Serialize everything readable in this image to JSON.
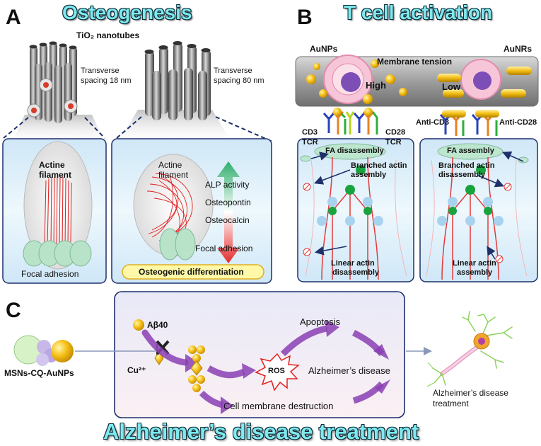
{
  "panelA": {
    "letter": "A",
    "title": "Osteogenesis",
    "nanotubes": "TiO₂ nanotubes",
    "left_spacing": [
      "Transverse",
      "spacing 18 nm"
    ],
    "right_spacing": [
      "Transverse",
      "spacing 80 nm"
    ],
    "left_box": {
      "actine": [
        "Actine",
        "filament"
      ],
      "focal": "Focal adhesion"
    },
    "right_box": {
      "actine": [
        "Actine",
        "filament"
      ],
      "markers": [
        "ALP activity",
        "Osteopontin",
        "Osteocalcin"
      ],
      "focal": "Focal adhesion",
      "differentiation": "Osteogenic differentiation"
    }
  },
  "panelB": {
    "letter": "B",
    "title": "T cell activation",
    "aunps": "AuNPs",
    "aunrs": "AuNRs",
    "membrane_tension": "Membrane tension",
    "high": "High",
    "low": "Low",
    "left": {
      "cd3": "CD3",
      "tcr_left": "TCR",
      "cd28": "CD28",
      "tcr_right": "TCR",
      "fa": "FA disassembly",
      "branched": [
        "Branched actin",
        "assembly"
      ],
      "linear": [
        "Linear actin",
        "disassembly"
      ]
    },
    "right": {
      "anti_cd3": "Anti-CD3",
      "anti_cd28": "Anti-CD28",
      "fa": "FA assembly",
      "branched": [
        "Branched actin",
        "disassembly"
      ],
      "linear": [
        "Linear actin",
        "assembly"
      ]
    }
  },
  "panelC": {
    "letter": "C",
    "title": "Alzheimer’s disease treatment",
    "abeta": "Aβ40",
    "cu": "Cu²⁺",
    "nanoparticle": "MSNs-CQ-AuNPs",
    "ros": "ROS",
    "apoptosis": "Apoptosis",
    "alzheimers": "Alzheimer’s disease",
    "membrane": "Cell membrane destruction",
    "treatment": [
      "Alzheimer’s disease",
      "treatment"
    ]
  },
  "colors": {
    "title_cyan": "#7fe9ee",
    "box_blue": "#dbeefa",
    "gold": "#f5c518",
    "actin_red": "#e02020",
    "green_arrow": "#3cb371",
    "red_arrow": "#e23b3b",
    "purple_arrow": "#8a3fb3"
  }
}
